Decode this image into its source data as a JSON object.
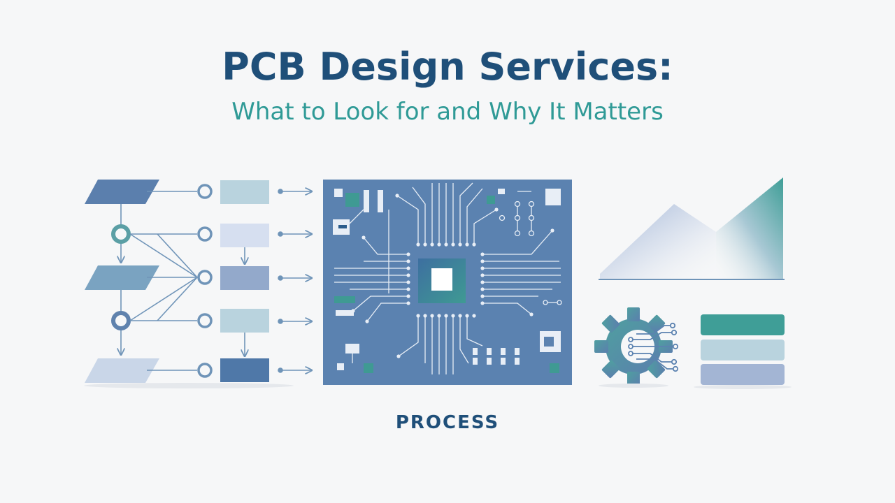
{
  "header": {
    "title": "PCB Design Services:",
    "subtitle": "What to Look for and Why It Matters"
  },
  "footer": {
    "caption": "PROCESS"
  },
  "colors": {
    "navy": "#1f4f79",
    "teal": "#2f9a96",
    "board": "#5b82b0",
    "steel": "#6f94b8",
    "light_steel": "#b9cfe0",
    "pale": "#d9e3ef",
    "background": "#f6f7f8"
  },
  "icons": {
    "process_flow": "flowchart-icon",
    "circuit_board": "pcb-icon",
    "growth_chart": "area-chart-icon",
    "settings": "gear-circuit-icon",
    "layers": "stack-icon"
  }
}
